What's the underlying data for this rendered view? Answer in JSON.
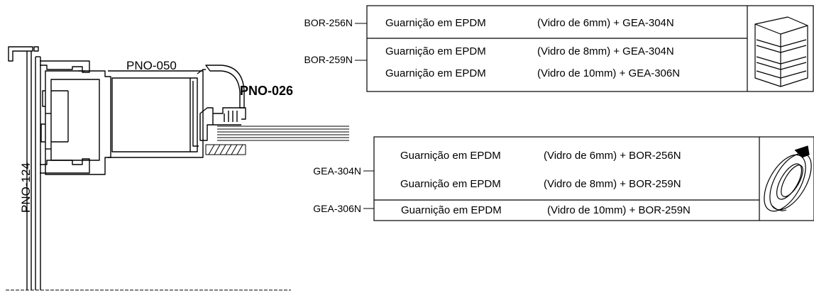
{
  "profiles": {
    "frame_label": "PNO-124",
    "sash_label": "PNO-050",
    "bead_label": "PNO-026"
  },
  "wedge_table": {
    "codes": [
      "BOR-256N",
      "BOR-259N"
    ],
    "rows": [
      {
        "material": "Guarnição em EPDM",
        "spec": "(Vidro de 6mm) + GEA-304N"
      },
      {
        "material": "Guarnição em EPDM",
        "spec": "(Vidro de 8mm) + GEA-304N"
      },
      {
        "material": "Guarnição em EPDM",
        "spec": "(Vidro de 10mm) + GEA-306N"
      }
    ],
    "image_icon": "wedge-gasket-profile-icon"
  },
  "tape_table": {
    "codes": [
      "GEA-304N",
      "GEA-306N"
    ],
    "rows": [
      {
        "material": "Guarnição em EPDM",
        "spec": "(Vidro de 6mm) + BOR-256N"
      },
      {
        "material": "Guarnição em EPDM",
        "spec": "(Vidro de 8mm) + BOR-259N"
      },
      {
        "material": "Guarnição em EPDM",
        "spec": "(Vidro de 10mm) + BOR-259N"
      }
    ],
    "image_icon": "gasket-tape-roll-icon"
  },
  "colors": {
    "line": "#000000",
    "background": "#ffffff"
  }
}
